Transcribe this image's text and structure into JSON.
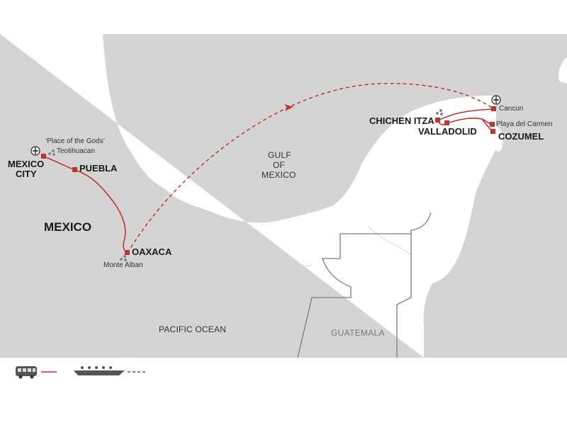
{
  "map": {
    "country_label": "MEXICO",
    "seas": {
      "gulf_line1": "GULF",
      "gulf_line2": "OF",
      "gulf_line3": "MEXICO",
      "pacific": "PACIFIC OCEAN"
    },
    "neighbour_label": "GUATEMALA",
    "cities": {
      "mexico_city_line1": "MEXICO",
      "mexico_city_line2": "CITY",
      "puebla": "PUEBLA",
      "oaxaca": "OAXACA",
      "chichen_itza": "CHICHEN ITZA",
      "valladolid": "VALLADOLID",
      "cancun": "Cancun",
      "playa_del_carmen": "Playa del Carmen",
      "cozumel": "COZUMEL"
    },
    "sites": {
      "teotihuacan_line1": "‘Place of the Gods’",
      "teotihuacan_line2": "Teotihuacan",
      "monte_alban": "Monte Alban"
    },
    "icons": {
      "airport": "airport-icon",
      "site": "archaeological-site-icon",
      "stop": "stop-marker-icon",
      "bus": "bus-icon",
      "boat": "boat-icon",
      "direction": "direction-arrow-icon"
    },
    "colors": {
      "route": "#c0362c",
      "sea": "#d4d4d4",
      "land": "#ffffff",
      "border": "#777777"
    }
  },
  "legend": {
    "items": [
      {
        "icon": "bus-icon",
        "line_style": "solid"
      },
      {
        "icon": "boat-icon",
        "line_style": "dashed"
      }
    ]
  }
}
